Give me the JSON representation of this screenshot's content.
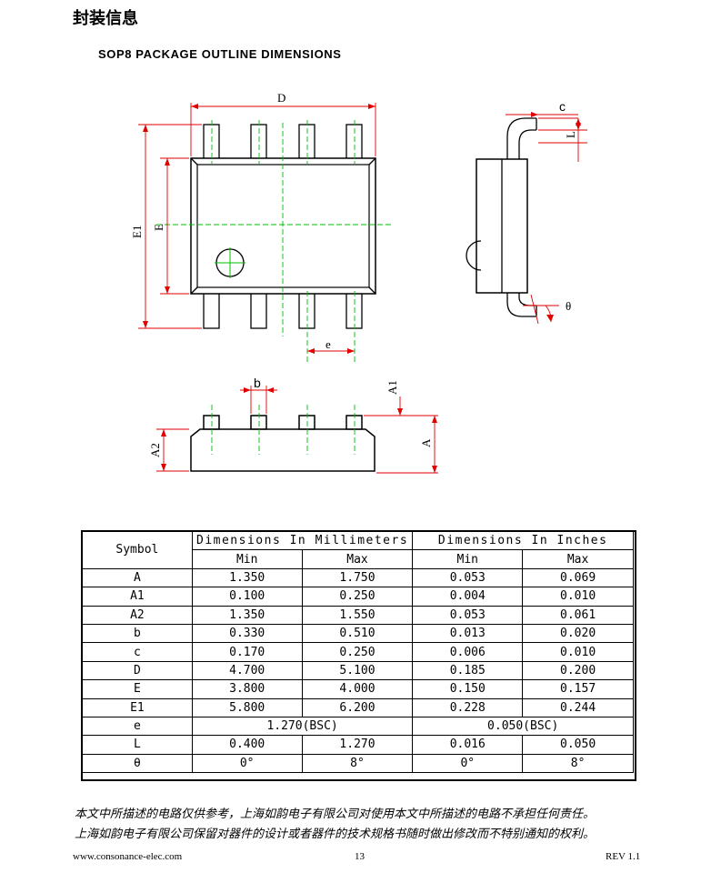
{
  "header": {
    "section_title": "封装信息",
    "subtitle": "SOP8 PACKAGE OUTLINE DIMENSIONS"
  },
  "drawing_labels": {
    "D": "D",
    "E1": "E1",
    "E": "E",
    "e": "e",
    "c": "c",
    "L": "L",
    "theta": "θ",
    "b": "b",
    "A1": "A1",
    "A2": "A2",
    "A": "A"
  },
  "colors": {
    "center_line": "#00c000",
    "dim_red": "#e00000",
    "outline": "#000000"
  },
  "table": {
    "symbol_header": "Symbol",
    "mm_header": "Dimensions In Millimeters",
    "in_header": "Dimensions In Inches",
    "min_label": "Min",
    "max_label": "Max",
    "rows": [
      {
        "symbol": "A",
        "mm_min": "1.350",
        "mm_max": "1.750",
        "in_min": "0.053",
        "in_max": "0.069"
      },
      {
        "symbol": "A1",
        "mm_min": "0.100",
        "mm_max": "0.250",
        "in_min": "0.004",
        "in_max": "0.010"
      },
      {
        "symbol": "A2",
        "mm_min": "1.350",
        "mm_max": "1.550",
        "in_min": "0.053",
        "in_max": "0.061"
      },
      {
        "symbol": "b",
        "mm_min": "0.330",
        "mm_max": "0.510",
        "in_min": "0.013",
        "in_max": "0.020"
      },
      {
        "symbol": "c",
        "mm_min": "0.170",
        "mm_max": "0.250",
        "in_min": "0.006",
        "in_max": "0.010"
      },
      {
        "symbol": "D",
        "mm_min": "4.700",
        "mm_max": "5.100",
        "in_min": "0.185",
        "in_max": "0.200"
      },
      {
        "symbol": "E",
        "mm_min": "3.800",
        "mm_max": "4.000",
        "in_min": "0.150",
        "in_max": "0.157"
      },
      {
        "symbol": "E1",
        "mm_min": "5.800",
        "mm_max": "6.200",
        "in_min": "0.228",
        "in_max": "0.244"
      }
    ],
    "row_e": {
      "symbol": "e",
      "mm_bsc": "1.270(BSC)",
      "in_bsc": "0.050(BSC)"
    },
    "rows_tail": [
      {
        "symbol": "L",
        "mm_min": "0.400",
        "mm_max": "1.270",
        "in_min": "0.016",
        "in_max": "0.050"
      },
      {
        "symbol": "θ",
        "mm_min": "0°",
        "mm_max": "8°",
        "in_min": "0°",
        "in_max": "8°"
      }
    ]
  },
  "disclaimer": {
    "line1": "本文中所描述的电路仅供参考，上海如韵电子有限公司对使用本文中所描述的电路不承担任何责任。",
    "line2": "上海如韵电子有限公司保留对器件的设计或者器件的技术规格书随时做出修改而不特别通知的权利。"
  },
  "footer": {
    "url": "www.consonance-elec.com",
    "page": "13",
    "rev": "REV 1.1"
  }
}
